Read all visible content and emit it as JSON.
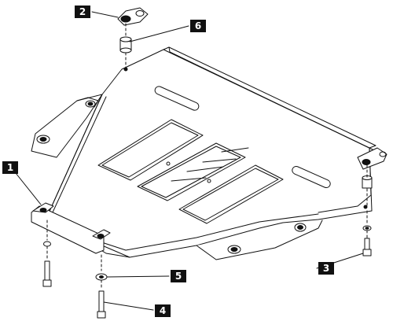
{
  "diagram": {
    "callouts": [
      {
        "id": "c1",
        "label": "1"
      },
      {
        "id": "c2",
        "label": "2"
      },
      {
        "id": "c3",
        "label": "3"
      },
      {
        "id": "c4",
        "label": "4"
      },
      {
        "id": "c5",
        "label": "5"
      },
      {
        "id": "c6",
        "label": "6"
      }
    ],
    "colors": {
      "line": "#111111",
      "fill": "#ffffff",
      "label_bg": "#111111",
      "label_text": "#ffffff"
    }
  }
}
